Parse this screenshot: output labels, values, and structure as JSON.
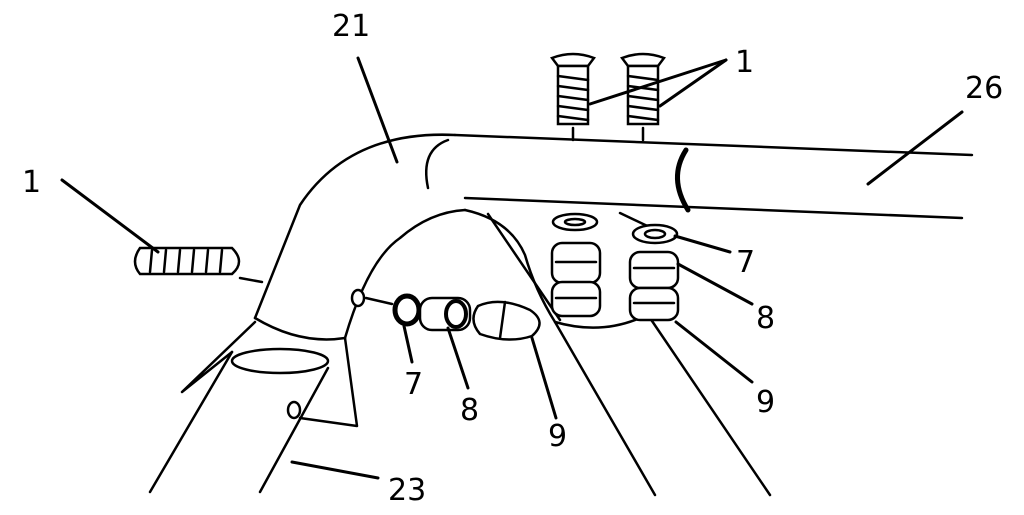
{
  "figure": {
    "callouts": {
      "c21": "21",
      "c26": "26",
      "c1_top": "1",
      "c1_left": "1",
      "c7_right": "7",
      "c8_right": "8",
      "c9_right": "9",
      "c7_bottom": "7",
      "c8_bottom": "8",
      "c9_bottom": "9",
      "c23": "23"
    }
  }
}
